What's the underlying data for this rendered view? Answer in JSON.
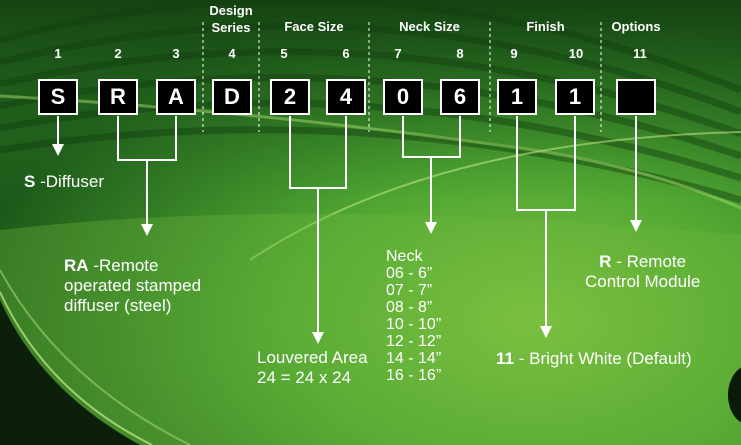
{
  "colors": {
    "bg_dark": "#1b4f16",
    "bg_mid": "#3f9a2c",
    "bg_light": "#7dc140",
    "box": "#000000",
    "line": "#ffffff"
  },
  "headers": {
    "design_series": [
      "Design",
      "Series"
    ],
    "face_size": "Face Size",
    "neck_size": "Neck Size",
    "finish": "Finish",
    "options": "Options"
  },
  "positions": [
    "1",
    "2",
    "3",
    "4",
    "5",
    "6",
    "7",
    "8",
    "9",
    "10",
    "11"
  ],
  "code": [
    "S",
    "R",
    "A",
    "D",
    "2",
    "4",
    "0",
    "6",
    "1",
    "1",
    ""
  ],
  "descriptions": {
    "s": {
      "code": "S",
      "text": "-Diffuser"
    },
    "ra": {
      "code": "RA",
      "line1": "-Remote",
      "line2": "operated stamped",
      "line3": "diffuser (steel)"
    },
    "louvered": {
      "line1": "Louvered Area",
      "line2": "24 = 24 x 24"
    },
    "neck": {
      "title": "Neck",
      "sizes": [
        "06 - 6”",
        "07 - 7”",
        "08 - 8”",
        "10 - 10”",
        "12 - 12”",
        "14 - 14”",
        "16 - 16”"
      ]
    },
    "finish": {
      "code": "11",
      "text": "- Bright White (Default)"
    },
    "options": {
      "code": "R",
      "line1": "- Remote",
      "line2": "Control Module"
    }
  }
}
